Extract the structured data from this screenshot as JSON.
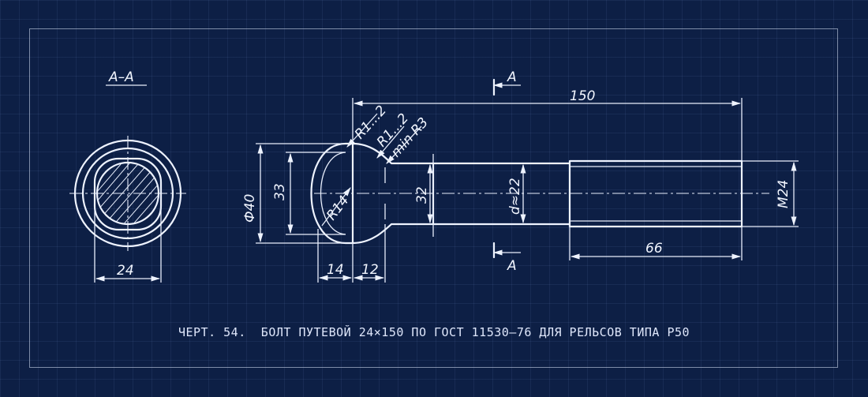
{
  "section": {
    "label": "A–A"
  },
  "dimensions": {
    "section_width": "24",
    "overall_length": "150",
    "thread_length": "66",
    "head_diameter": "Ф40",
    "head_height": "33",
    "neck_width": "32",
    "shank_diameter": "d≈22",
    "thread": "M24",
    "head_radius": "R14",
    "head_thickness": "14",
    "neck_length": "12",
    "fillet_1": "R1...2",
    "fillet_2": "R1...2",
    "fillet_min": "min R3",
    "cut_top": "A",
    "cut_bottom": "A"
  },
  "caption": "ЧЕРТ. 54.  БОЛТ ПУТЕВОЙ 24×150 ПО ГОСТ 11530–76 ДЛЯ РЕЛЬСОВ ТИПА Р50"
}
